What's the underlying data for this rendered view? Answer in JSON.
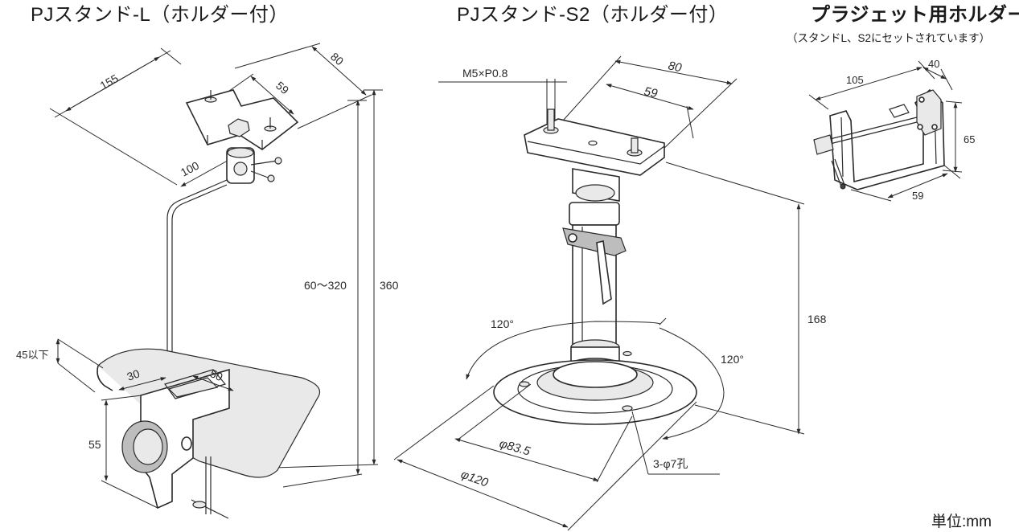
{
  "titles": {
    "stand_l": "PJスタンド-L（ホルダー付）",
    "stand_s2": "PJスタンド-S2（ホルダー付）",
    "holder": "プラジェット用ホルダー",
    "holder_note": "（スタンドL、S2にセットされています）"
  },
  "stand_l_dims": {
    "width_155": "155",
    "depth_80": "80",
    "plate_59": "59",
    "arm_100": "100",
    "height_range": "60〜320",
    "height_total": "360",
    "clamp_max": "45以下",
    "clamp_30": "30",
    "clamp_50": "50",
    "clamp_55": "55"
  },
  "stand_s2_dims": {
    "thread": "M5×P0.8",
    "plate_80": "80",
    "hole_pitch_59": "59",
    "height_168": "168",
    "angle_left": "120°",
    "angle_right": "120°",
    "base_inner": "φ83.5",
    "base_outer": "φ120",
    "holes": "3-φ7孔"
  },
  "holder_dims": {
    "length_105": "105",
    "depth_40": "40",
    "height_65": "65",
    "width_59": "59"
  },
  "unit_label": "単位:mm"
}
